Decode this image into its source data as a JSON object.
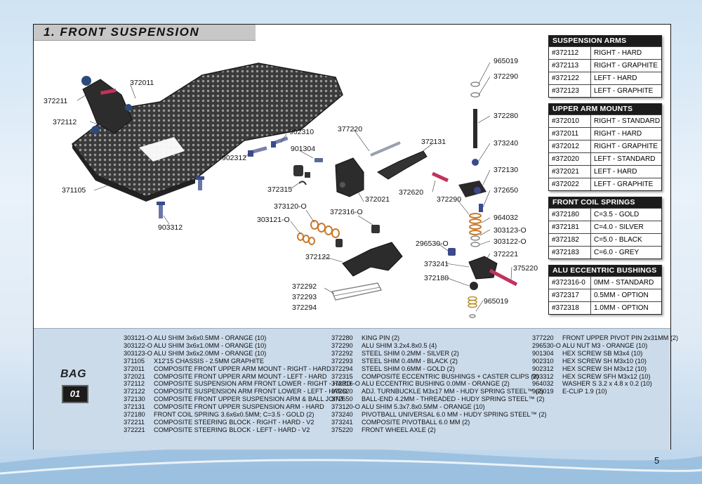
{
  "section_title": "1.  FRONT SUSPENSION",
  "page_number": "5",
  "bag": {
    "label": "BAG",
    "number": "01"
  },
  "callouts": {
    "c372211": "372211",
    "c372011": "372011",
    "c372112": "372112",
    "c371105": "371105",
    "c903312": "903312",
    "c902310": "902310",
    "c902312": "902312",
    "c901304": "901304",
    "c372315": "372315",
    "c373120": "373120-O",
    "c303121": "303121-O",
    "c372316": "372316-O",
    "c372122": "372122",
    "c372292": "372292",
    "c372293": "372293",
    "c372294": "372294",
    "c377220": "377220",
    "c372131": "372131",
    "c372021": "372021",
    "c372620": "372620",
    "c965019a": "965019",
    "c372290a": "372290",
    "c372280": "372280",
    "c373240": "373240",
    "c372130": "372130",
    "c372650": "372650",
    "c372290b": "372290",
    "c964032": "964032",
    "c303123": "303123-O",
    "c303122": "303122-O",
    "c296530": "296530-O",
    "c372221": "372221",
    "c373241": "373241",
    "c372180": "372180",
    "c375220": "375220",
    "c965019b": "965019"
  },
  "tables": [
    {
      "header": "SUSPENSION ARMS",
      "rows": [
        {
          "code": "#372112",
          "desc": "RIGHT - HARD"
        },
        {
          "code": "#372113",
          "desc": "RIGHT - GRAPHITE"
        },
        {
          "code": "#372122",
          "desc": "LEFT - HARD"
        },
        {
          "code": "#372123",
          "desc": "LEFT - GRAPHITE"
        }
      ]
    },
    {
      "header": "UPPER ARM MOUNTS",
      "rows": [
        {
          "code": "#372010",
          "desc": "RIGHT - STANDARD"
        },
        {
          "code": "#372011",
          "desc": "RIGHT - HARD"
        },
        {
          "code": "#372012",
          "desc": "RIGHT - GRAPHITE"
        },
        {
          "code": "#372020",
          "desc": "LEFT - STANDARD"
        },
        {
          "code": "#372021",
          "desc": "LEFT - HARD"
        },
        {
          "code": "#372022",
          "desc": "LEFT - GRAPHITE"
        }
      ]
    },
    {
      "header": "FRONT COIL SPRINGS",
      "rows": [
        {
          "code": "#372180",
          "desc": "C=3.5 - GOLD"
        },
        {
          "code": "#372181",
          "desc": "C=4.0 - SILVER"
        },
        {
          "code": "#372182",
          "desc": "C=5.0 - BLACK"
        },
        {
          "code": "#372183",
          "desc": "C=6.0 - GREY"
        }
      ]
    },
    {
      "header": "ALU ECCENTRIC BUSHINGS",
      "rows": [
        {
          "code": "#372316-0",
          "desc": "0MM - STANDARD"
        },
        {
          "code": "#372317",
          "desc": "0.5MM - OPTION"
        },
        {
          "code": "#372318",
          "desc": "1.0MM - OPTION"
        }
      ]
    }
  ],
  "parts_col1": [
    {
      "code": "303121-O",
      "desc": "ALU SHIM 3x6x0.5MM - ORANGE (10)"
    },
    {
      "code": "303122-O",
      "desc": "ALU SHIM 3x6x1.0MM - ORANGE (10)"
    },
    {
      "code": "303123-O",
      "desc": "ALU SHIM 3x6x2.0MM - ORANGE (10)"
    },
    {
      "code": "371105",
      "desc": "X12'15 CHASSIS - 2.5MM GRAPHITE"
    },
    {
      "code": "372011",
      "desc": "COMPOSITE FRONT UPPER ARM MOUNT - RIGHT - HARD"
    },
    {
      "code": "372021",
      "desc": "COMPOSITE FRONT UPPER ARM MOUNT - LEFT - HARD"
    },
    {
      "code": "372112",
      "desc": "COMPOSITE SUSPENSION ARM FRONT LOWER - RIGHT - HARD"
    },
    {
      "code": "372122",
      "desc": "COMPOSITE SUSPENSION ARM FRONT LOWER - LEFT - HARD"
    },
    {
      "code": "372130",
      "desc": "COMPOSITE FRONT UPPER SUSPENSION ARM & BALL JOINT"
    },
    {
      "code": "372131",
      "desc": "COMPOSITE FRONT UPPER SUSPENSION ARM - HARD"
    },
    {
      "code": "372180",
      "desc": "FRONT COIL SPRING 3.6x6x0.5MM; C=3.5 - GOLD (2)"
    },
    {
      "code": "372211",
      "desc": "COMPOSITE STEERING BLOCK - RIGHT - HARD - V2"
    },
    {
      "code": "372221",
      "desc": "COMPOSITE STEERING BLOCK - LEFT - HARD - V2"
    }
  ],
  "parts_col2": [
    {
      "code": "372280",
      "desc": "KING PIN (2)"
    },
    {
      "code": "372290",
      "desc": "ALU SHIM 3.2x4.8x0.5 (4)"
    },
    {
      "code": "372292",
      "desc": "STEEL SHIM 0.2MM - SILVER (2)"
    },
    {
      "code": "372293",
      "desc": "STEEL SHIM 0.4MM - BLACK (2)"
    },
    {
      "code": "372294",
      "desc": "STEEL SHIM 0.6MM - GOLD (2)"
    },
    {
      "code": "372315",
      "desc": "COMPOSITE ECCENTRIC BUSHINGS + CASTER CLIPS (2)"
    },
    {
      "code": "372316-O",
      "desc": "ALU ECCENTRIC BUSHING 0.0MM - ORANGE (2)"
    },
    {
      "code": "372620",
      "desc": "ADJ. TURNBUCKLE M3x17 MM - HUDY SPRING STEEL™ (2)"
    },
    {
      "code": "372650",
      "desc": "BALL-END 4.2MM - THREADED - HUDY SPRING STEEL™ (2)"
    },
    {
      "code": "373120-O",
      "desc": "ALU SHIM 5.3x7.8x0.5MM - ORANGE (10)"
    },
    {
      "code": "373240",
      "desc": "PIVOTBALL UNIVERSAL 6.0 MM - HUDY SPRING STEEL™ (2)"
    },
    {
      "code": "373241",
      "desc": "COMPOSITE PIVOTBALL 6.0 MM (2)"
    },
    {
      "code": "375220",
      "desc": "FRONT WHEEL AXLE  (2)"
    }
  ],
  "parts_col3": [
    {
      "code": "377220",
      "desc": "FRONT UPPER PIVOT PIN 2x31MM (2)"
    },
    {
      "code": "296530-O",
      "desc": "ALU NUT M3 - ORANGE  (10)"
    },
    {
      "code": "901304",
      "desc": "HEX SCREW SB M3x4  (10)"
    },
    {
      "code": "902310",
      "desc": "HEX SCREW SH M3x10  (10)"
    },
    {
      "code": "902312",
      "desc": "HEX SCREW SH M3x12  (10)"
    },
    {
      "code": "903312",
      "desc": "HEX SCREW SFH M3x12  (10)"
    },
    {
      "code": "964032",
      "desc": "WASHER S 3.2 x 4.8 x 0.2  (10)"
    },
    {
      "code": "965019",
      "desc": "E-CLIP 1.9  (10)"
    }
  ]
}
